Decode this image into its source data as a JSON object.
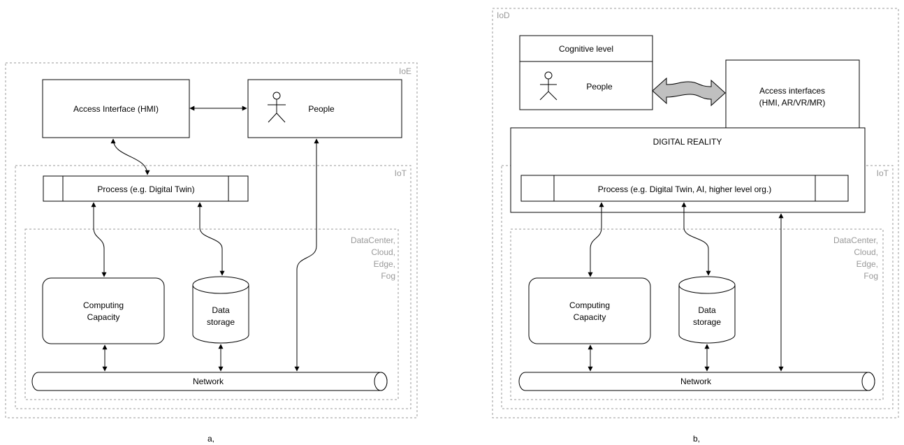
{
  "diagram_a": {
    "caption": "a,",
    "ioe_label": "IoE",
    "iot_label": "IoT",
    "dc_label": [
      "DataCenter,",
      "Cloud,",
      "Edge,",
      "Fog"
    ],
    "access_interface": "Access Interface (HMI)",
    "people": "People",
    "process": "Process (e.g. Digital Twin)",
    "computing": [
      "Computing",
      "Capacity"
    ],
    "storage": [
      "Data",
      "storage"
    ],
    "network": "Network"
  },
  "diagram_b": {
    "caption": "b,",
    "iod_label": "IoD",
    "iot_label": "IoT",
    "dc_label": [
      "DataCenter,",
      "Cloud,",
      "Edge,",
      "Fog"
    ],
    "cognitive_level": "Cognitive level",
    "people": "People",
    "access_interfaces": [
      "Access interfaces",
      "(HMI, AR/VR/MR)"
    ],
    "digital_reality": "DIGITAL REALITY",
    "process": "Process (e.g. Digital Twin, AI, higher level org.)",
    "computing": [
      "Computing",
      "Capacity"
    ],
    "storage": [
      "Data",
      "storage"
    ],
    "network": "Network"
  },
  "colors": {
    "dashed": "#9a9a9a",
    "region_label": "#999999",
    "double_arrow_fill": "#c0c0c0"
  }
}
